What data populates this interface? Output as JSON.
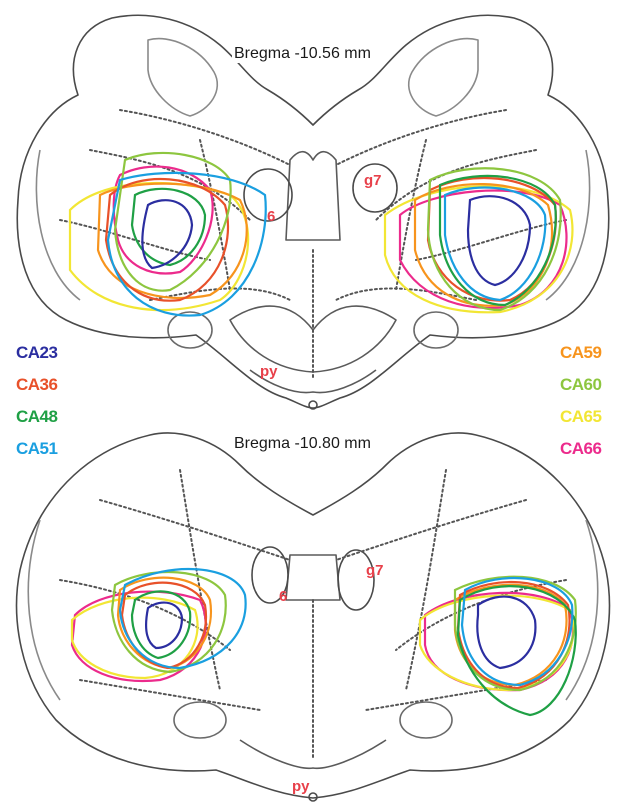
{
  "sections": [
    {
      "title": "Bregma -10.56 mm"
    },
    {
      "title": "Bregma -10.80 mm"
    }
  ],
  "labels": {
    "g7": "g7",
    "six": "6",
    "py": "py"
  },
  "legend": {
    "left": [
      {
        "label": "CA23",
        "color": "#2b2ea0"
      },
      {
        "label": "CA36",
        "color": "#e8512a"
      },
      {
        "label": "CA48",
        "color": "#1fa045"
      },
      {
        "label": "CA51",
        "color": "#1a9fe0"
      }
    ],
    "right": [
      {
        "label": "CA59",
        "color": "#f7941d"
      },
      {
        "label": "CA60",
        "color": "#8dc63f"
      },
      {
        "label": "CA65",
        "color": "#f2e634"
      },
      {
        "label": "CA66",
        "color": "#ec2b8c"
      }
    ]
  },
  "outline_color": "#6b6b6b"
}
